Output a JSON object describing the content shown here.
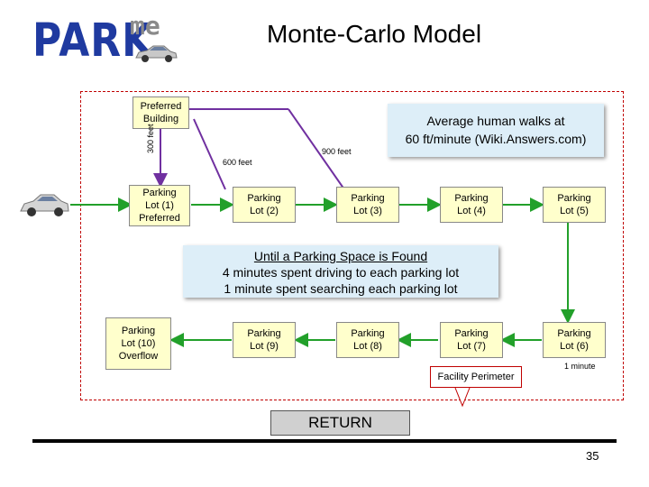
{
  "logo": {
    "park": "PARK",
    "me": "me"
  },
  "title": "Monte-Carlo Model",
  "preferred_building": [
    "Preferred",
    "Building"
  ],
  "distances": {
    "vertical": "300 feet",
    "lot1_line": "600 feet",
    "lot2_line": "900 feet"
  },
  "walk_note": [
    "Average human walks at",
    "60 ft/minute (Wiki.Answers.com)"
  ],
  "lots_top": [
    {
      "lines": [
        "Parking",
        "Lot  (1)",
        "Preferred"
      ]
    },
    {
      "lines": [
        "Parking",
        "Lot (2)"
      ]
    },
    {
      "lines": [
        "Parking",
        "Lot (3)"
      ]
    },
    {
      "lines": [
        "Parking",
        "Lot (4)"
      ]
    },
    {
      "lines": [
        "Parking",
        "Lot (5)"
      ]
    }
  ],
  "search_note": [
    "Until a Parking Space is Found",
    "4 minutes spent driving to each parking lot",
    "1 minute spent searching each parking lot"
  ],
  "lots_bottom": [
    {
      "lines": [
        "Parking",
        "Lot  (10)",
        "Overflow"
      ]
    },
    {
      "lines": [
        "Parking",
        "Lot (9)"
      ]
    },
    {
      "lines": [
        "Parking",
        "Lot (8)"
      ]
    },
    {
      "lines": [
        "Parking",
        "Lot (7)"
      ]
    },
    {
      "lines": [
        "Parking",
        "Lot (6)"
      ]
    }
  ],
  "one_minute": "1 minute",
  "facility_perimeter": "Facility Perimeter",
  "return_label": "RETURN",
  "page_number": "35",
  "colors": {
    "lot_fill": "#ffffcc",
    "arrow": "#22a02a",
    "walk_line": "#7030a0",
    "perimeter": "#c00000",
    "logo": "#1f3aa0"
  }
}
